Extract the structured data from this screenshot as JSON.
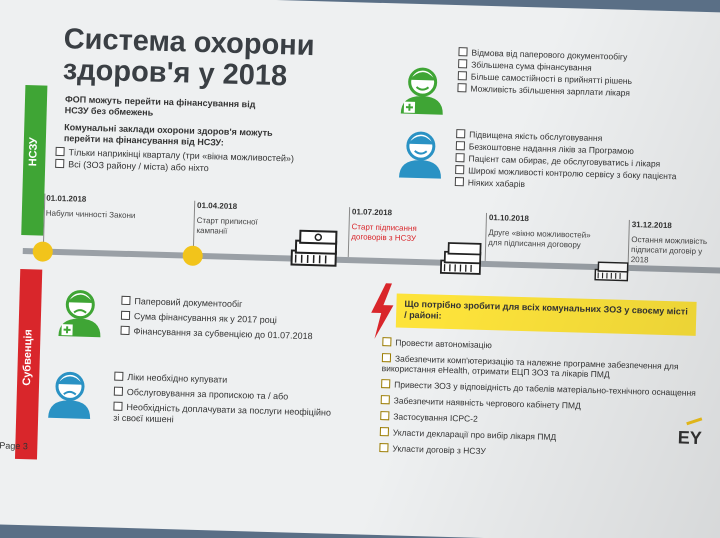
{
  "title": "Система охорони здоров'я у 2018",
  "sections": {
    "nszu_label": "НСЗУ",
    "subvention_label": "Субвенція"
  },
  "nszu": {
    "heading1": "ФОП можуть перейти на фінансування від НСЗУ без обмежень",
    "heading2": "Комунальні заклади охорони здоров'я можуть перейти на фінансування від НСЗУ:",
    "options": [
      "Тільки наприкінці кварталу (три «вікна можливостей»)",
      "Всі (ЗОЗ району / міста) або ніхто"
    ],
    "doctor_benefits": [
      "Відмова від паперового документообігу",
      "Збільшена сума фінансування",
      "Більше самостійності в прийнятті рішень",
      "Можливість збільшення зарплати лікаря"
    ],
    "patient_benefits": [
      "Підвищена якість обслуговування",
      "Безкоштовне надання ліків за Програмою",
      "Пацієнт сам обирає, де обслуговуватись і лікаря",
      "Широкі можливості контролю сервісу з боку пацієнта",
      "Ніяких хабарів"
    ]
  },
  "timeline": [
    {
      "date": "01.01.2018",
      "note": "Набули чинності Закони"
    },
    {
      "date": "01.04.2018",
      "note": "Старт приписної кампанії"
    },
    {
      "date": "01.07.2018",
      "note": "Старт підписання договорів з НСЗУ"
    },
    {
      "date": "01.10.2018",
      "note": "Друге «вікно можливостей» для підписання договору"
    },
    {
      "date": "31.12.2018",
      "note": "Остання можливість підписати договір у 2018"
    }
  ],
  "subvention": {
    "doctor_items": [
      "Паперовий документообіг",
      "Сума фінансування як у 2017 році",
      "Фінансування за субвенцією до 01.07.2018"
    ],
    "patient_items": [
      "Ліки необхідно купувати",
      "Обслуговування за пропискою та / або",
      "Необхідність доплачувати за послуги неофіційно зі своєї кишені"
    ]
  },
  "todo": {
    "heading": "Що потрібно зробити для всіх комунальних ЗОЗ у своєму місті / районі:",
    "items": [
      "Провести автономізацію",
      "Забезпечити комп'ютеризацію та належне програмне забезпечення для використання eHealth, отримати ЕЦП ЗОЗ та лікарів ПМД",
      "Привести ЗОЗ у відповідність до табелів матеріально-технічного оснащення",
      "Забезпечити наявність чергового кабінету ПМД",
      "Застосування ICPC-2",
      "Укласти декларації про вибір лікаря ПМД",
      "Укласти договір з НСЗУ"
    ]
  },
  "footer": {
    "page": "Page 3",
    "logo": "EY"
  },
  "colors": {
    "green": "#3fa535",
    "red": "#d9262b",
    "yellow": "#fde33a",
    "dot": "#f2c41b",
    "timeline": "#9aa0a6"
  }
}
